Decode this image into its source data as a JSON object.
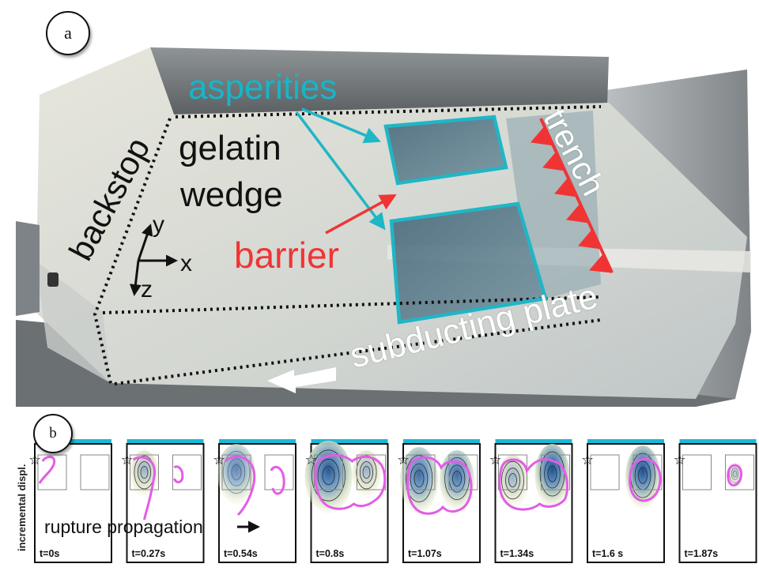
{
  "panel_a": {
    "label": "a",
    "labels": {
      "asperities": "asperities",
      "gelatin": "gelatin",
      "wedge": "wedge",
      "backstop": "backstop",
      "barrier": "barrier",
      "trench": "trench",
      "subducting_plate": "subducting plate",
      "axis_y": "y",
      "axis_x": "x",
      "axis_z": "z"
    },
    "colors": {
      "asperity_outline": "#1fb6c6",
      "barrier_arrow": "#f03434",
      "trench_teeth": "#f03434",
      "annotation_dark": "#111111",
      "annotation_light": "#ffffff"
    }
  },
  "panel_b": {
    "label": "b",
    "ylabel": "incremental displ.",
    "annotation": "rupture propagation",
    "frames": [
      {
        "time": "t=0s"
      },
      {
        "time": "t=0.27s"
      },
      {
        "time": "t=0.54s"
      },
      {
        "time": "t=0.8s"
      },
      {
        "time": "t=1.07s"
      },
      {
        "time": "t=1.34s"
      },
      {
        "time": "t=1.6 s"
      },
      {
        "time": "t=1.87s"
      }
    ],
    "colors": {
      "rupture_front": "#e25de6",
      "trench_bar": "#19b9d6",
      "contour_fill_low": "#efeccb",
      "contour_fill_high": "#1f4f8c",
      "hypocenter_star": "#111111"
    }
  }
}
